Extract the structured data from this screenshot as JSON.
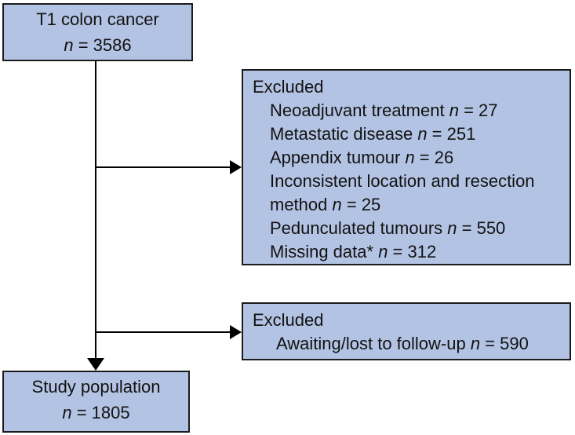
{
  "figure": {
    "type": "study-flow-diagram",
    "box_fill_color": "#b3c3e3",
    "box_border_color": "#1c1c1c",
    "arrow_color": "#000000",
    "text_color": "#121212"
  },
  "boxes": {
    "top": {
      "title": "T1 colon cancer",
      "count_n": "n",
      "count_rest": " = 3586"
    },
    "excluded_main": {
      "header": "Excluded",
      "items": [
        {
          "pre": "Neoadjuvant treatment ",
          "n": "n",
          "post": " = 27"
        },
        {
          "pre": "Metastatic disease ",
          "n": "n",
          "post": " = 251"
        },
        {
          "pre": "Appendix tumour ",
          "n": "n",
          "post": " = 26"
        },
        {
          "pre": "Inconsistent location and resection method ",
          "n": "n",
          "post": " = 25"
        },
        {
          "pre": "Pedunculated tumours ",
          "n": "n",
          "post": " = 550"
        },
        {
          "pre": "Missing data* ",
          "n": "n",
          "post": " = 312"
        }
      ]
    },
    "excluded_followup": {
      "header": "Excluded",
      "items": [
        {
          "pre": "Awaiting/lost to follow-up ",
          "n": "n",
          "post": " = 590"
        }
      ]
    },
    "bottom": {
      "title": "Study population",
      "count_n": "n",
      "count_rest": " = 1805"
    }
  }
}
